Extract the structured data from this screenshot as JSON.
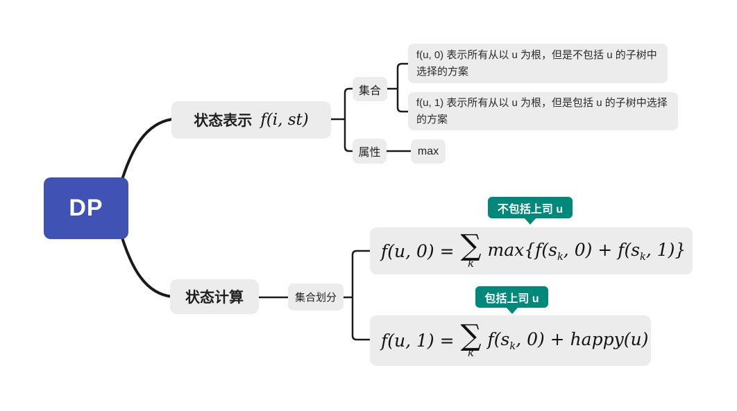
{
  "root": {
    "label": "DP"
  },
  "colors": {
    "root_bg": "#4053b4",
    "node_bg": "#ececec",
    "line": "#1a1a1a",
    "badge_bg": "#00897b"
  },
  "state_repr": {
    "label": "状态表示",
    "math": "f(i, st)",
    "set": {
      "label": "集合",
      "items": [
        "f(u, 0) 表示所有从以 u 为根，但是不包括 u 的子树中选择的方案",
        "f(u, 1) 表示所有从以 u 为根，但是包括 u 的子树中选择的方案"
      ]
    },
    "attr": {
      "label": "属性",
      "value": "max"
    }
  },
  "state_calc": {
    "label": "状态计算",
    "partition": "集合划分",
    "cases": [
      {
        "badge": "不包括上司 u",
        "formula": {
          "pre": "f(u, 0) =",
          "sigma": "∑",
          "sigma_sub": "k",
          "p1": "max{f(s",
          "s1": "k",
          "p2": ", 0) + f(s",
          "s2": "k",
          "p3": ", 1)}"
        }
      },
      {
        "badge": "包括上司 u",
        "formula": {
          "pre": "f(u, 1) =",
          "sigma": "∑",
          "sigma_sub": "k",
          "p1": "f(s",
          "s1": "k",
          "p2": ", 0) + happy(u)"
        }
      }
    ]
  }
}
